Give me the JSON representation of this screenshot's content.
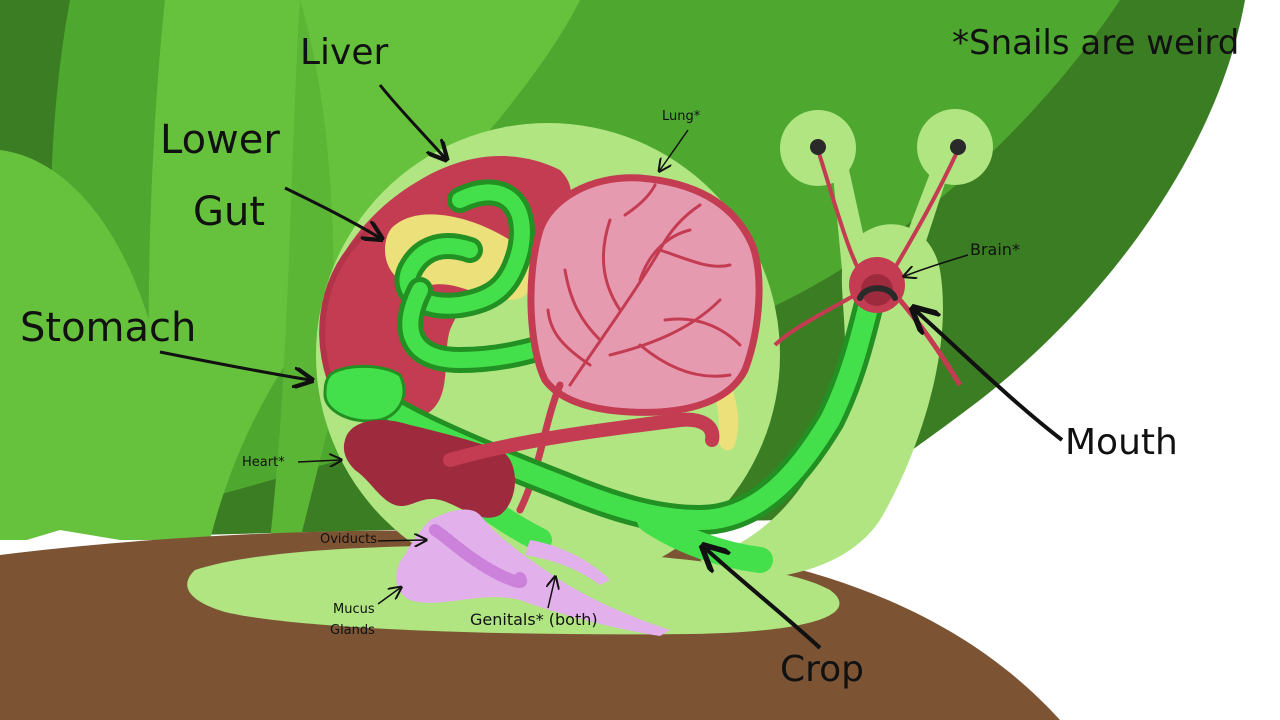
{
  "note": "*Snails are weird",
  "labels": {
    "liver": "Liver",
    "lower_gut_line1": "Lower",
    "lower_gut_line2": "Gut",
    "stomach": "Stomach",
    "mouth": "Mouth",
    "crop": "Crop",
    "lung": "Lung*",
    "brain": "Brain*",
    "heart": "Heart*",
    "oviducts": "Oviducts",
    "mucus_glands_line1": "Mucus",
    "mucus_glands_line2": "Glands",
    "genitals": "Genitals* (both)"
  },
  "colors": {
    "leaf_dark": "#3b7d23",
    "leaf_mid": "#4ea830",
    "leaf_light": "#66c23c",
    "ground": "#7c5434",
    "snail_body": "#b0e582",
    "liver_red": "#c43c52",
    "lung_pink": "#e69ab0",
    "lung_veins": "#c43c52",
    "gut_green": "#44e04c",
    "gut_dark_green": "#229022",
    "stomach_yellow": "#ebe07a",
    "heart_dark_red": "#9e2a3e",
    "genital_pink": "#e2b0ea",
    "oviduct_purple": "#cc82da",
    "eye_black": "#2a2a2a"
  }
}
